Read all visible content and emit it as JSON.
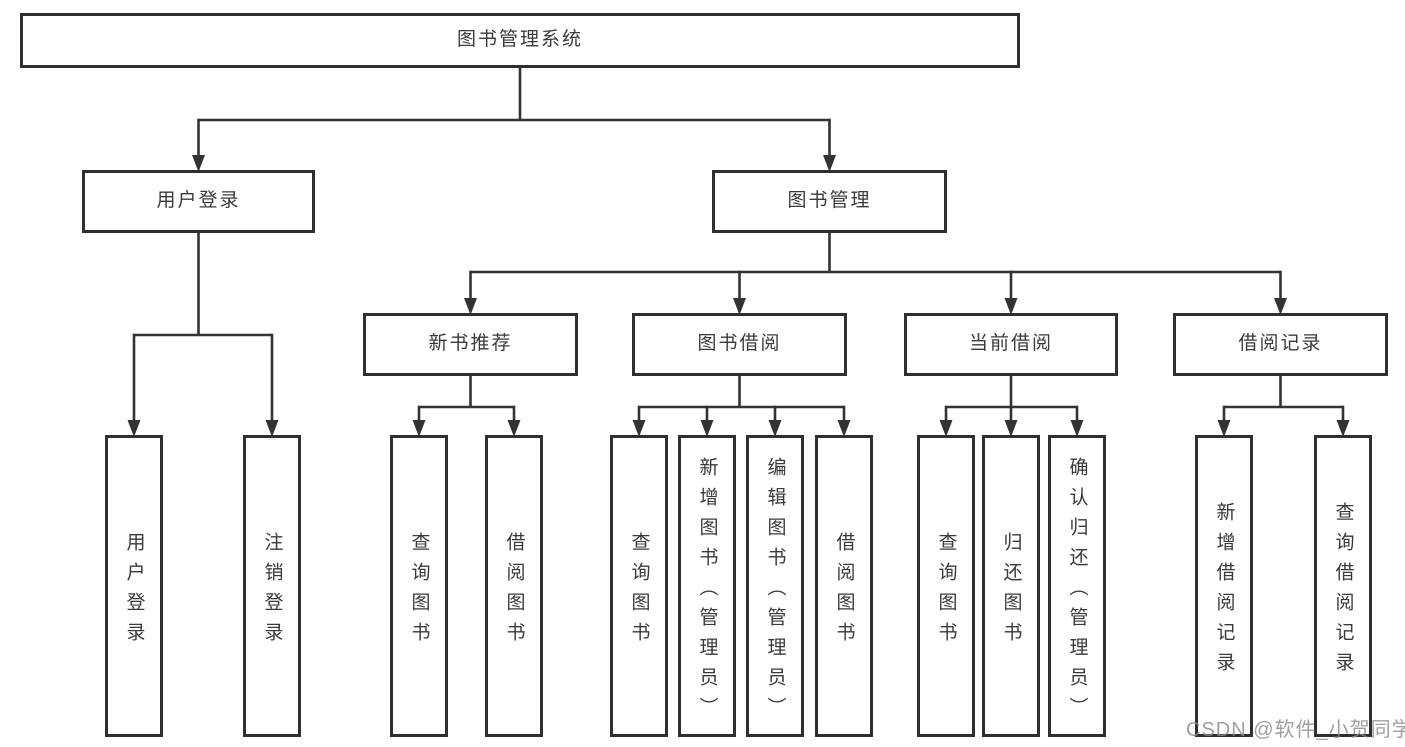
{
  "diagram_title": "图书管理系统",
  "nodes": {
    "root": {
      "label": "图书管理系统"
    },
    "level2": [
      {
        "label": "用户登录",
        "parent": "图书管理系统"
      },
      {
        "label": "图书管理",
        "parent": "图书管理系统"
      }
    ],
    "level3": [
      {
        "label": "新书推荐",
        "parent": "图书管理"
      },
      {
        "label": "图书借阅",
        "parent": "图书管理"
      },
      {
        "label": "当前借阅",
        "parent": "图书管理"
      },
      {
        "label": "借阅记录",
        "parent": "图书管理"
      }
    ],
    "leaves": [
      {
        "label": "用户登录",
        "parent": "用户登录"
      },
      {
        "label": "注销登录",
        "parent": "用户登录"
      },
      {
        "label": "查询图书",
        "parent": "新书推荐"
      },
      {
        "label": "借阅图书",
        "parent": "新书推荐"
      },
      {
        "label": "查询图书",
        "parent": "图书借阅"
      },
      {
        "label": "新增图书（管理员）",
        "parent": "图书借阅"
      },
      {
        "label": "编辑图书（管理员）",
        "parent": "图书借阅"
      },
      {
        "label": "借阅图书",
        "parent": "图书借阅"
      },
      {
        "label": "查询图书",
        "parent": "当前借阅"
      },
      {
        "label": "归还图书",
        "parent": "当前借阅"
      },
      {
        "label": "确认归还（管理员）",
        "parent": "当前借阅"
      },
      {
        "label": "新增借阅记录",
        "parent": "借阅记录"
      },
      {
        "label": "查询借阅记录",
        "parent": "借阅记录"
      }
    ]
  },
  "watermark": {
    "text": "CSDN @软件_小贺同学"
  },
  "colors": {
    "line": "#333333",
    "box_border": "#2f2f2f",
    "box_fill": "#ffffff",
    "text": "#3a3a3a",
    "watermark": "#8b8b8b",
    "background": "#ffffff"
  }
}
